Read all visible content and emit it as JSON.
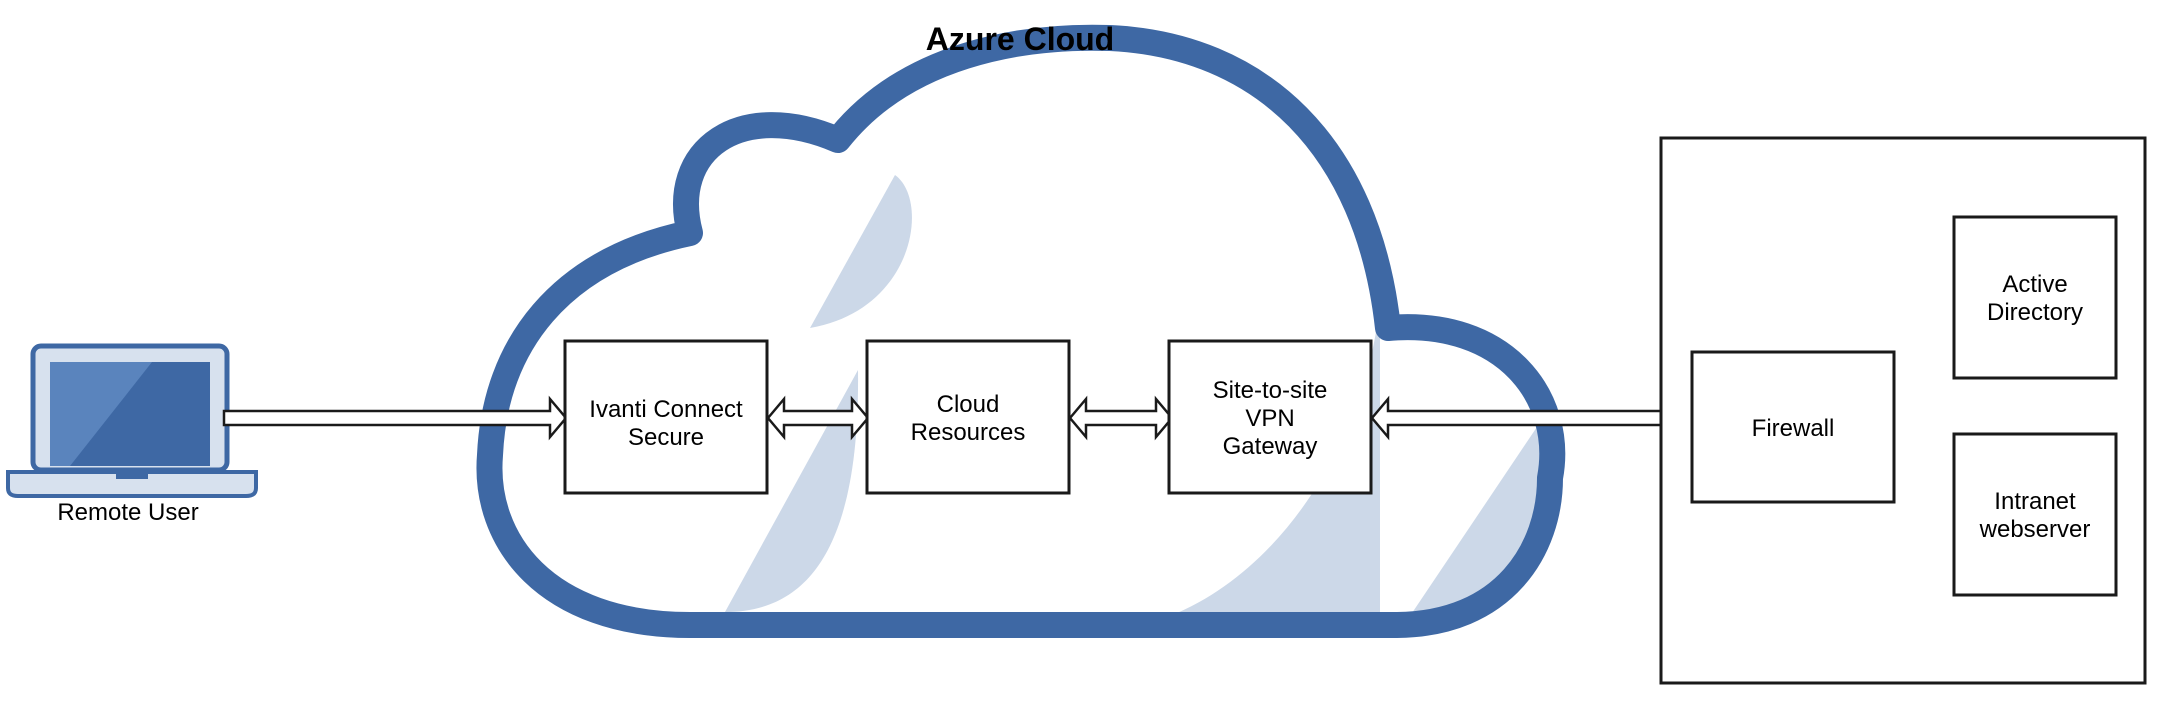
{
  "title": "Azure Cloud",
  "colors": {
    "cloud_outline": "#3e68a4",
    "cloud_shade": "#ccd8e8",
    "laptop_blue": "#3e68a4",
    "laptop_screen": "#4c79b5",
    "laptop_frame": "#d7e1ee"
  },
  "remote_user": {
    "icon": "laptop-icon",
    "label": "Remote User"
  },
  "cloud": {
    "icon": "cloud-icon",
    "nodes": {
      "ivanti": {
        "line1": "Ivanti Connect",
        "line2": "Secure"
      },
      "cloud_resources": {
        "line1": "Cloud",
        "line2": "Resources"
      },
      "vpn_gateway": {
        "line1": "Site-to-site",
        "line2": "VPN",
        "line3": "Gateway"
      }
    }
  },
  "on_premises": {
    "firewall": {
      "label": "Firewall"
    },
    "active_directory": {
      "line1": "Active",
      "line2": "Directory"
    },
    "intranet": {
      "line1": "Intranet",
      "line2": "webserver"
    }
  }
}
